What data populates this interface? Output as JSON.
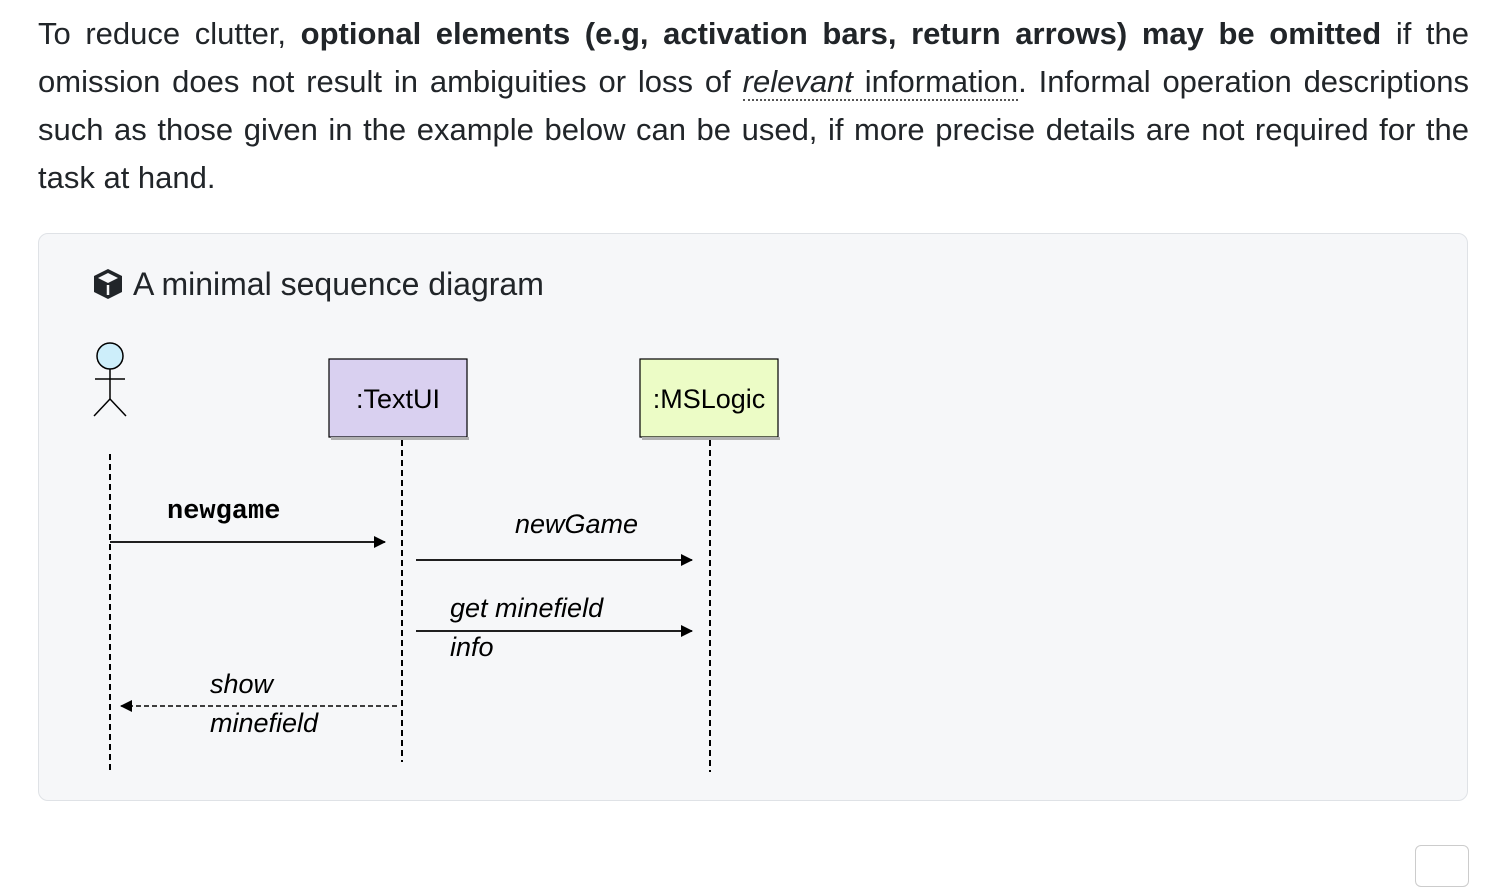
{
  "paragraph": {
    "part1": "To reduce clutter, ",
    "bold": "optional elements (e.g, activation bars, return arrows) may be omitted",
    "part2": " if the omission does not result in ambiguities or loss of ",
    "relevant": "relevant",
    "information": "information",
    "part3": ". Informal operation descriptions such as those given in the example below can be used, if more precise details are not required for the task at hand."
  },
  "panel": {
    "title": "A minimal sequence diagram",
    "icon": "box-icon"
  },
  "diagram": {
    "participants": [
      {
        "label": ":TextUI",
        "color": "#d9d0f0"
      },
      {
        "label": ":MSLogic",
        "color": "#ecfcc6"
      }
    ],
    "messages": {
      "newgame": "newgame",
      "newGame": "newGame",
      "get_minefield_1": "get minefield",
      "get_minefield_2": "info",
      "show_1": "show",
      "show_2": "minefield"
    }
  },
  "colors": {
    "actor_head": "#cdeefa",
    "panel_bg": "#f6f7f9"
  }
}
